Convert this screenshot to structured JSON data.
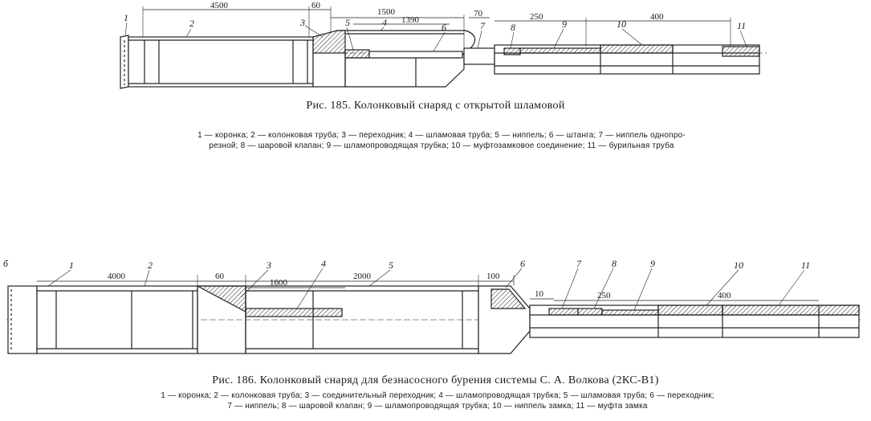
{
  "fig185": {
    "caption": "Рис. 185. Колонковый снаряд с открытой шламовой",
    "legend": [
      "1 — коронка;",
      "2 — колонковая труба;",
      "3 — переходник;",
      "4 — шламовая труба;",
      "5 — ниппель;",
      "6 — штанга;",
      "7 — ниппель одноnpo-",
      "резной;",
      "8 — шаровой клапан;",
      "9 — шламопроводящая трубка;",
      "10 — муфтозамковое соединение;",
      "11 — бурильная труба"
    ],
    "part_numbers": [
      "1",
      "2",
      "3",
      "5",
      "4",
      "6",
      "7",
      "8",
      "9",
      "10",
      "11"
    ],
    "dimensions": [
      "4500",
      "60",
      "1500",
      "1390",
      "70",
      "250",
      "400"
    ]
  },
  "fig186": {
    "caption": "Рис. 186. Колонковый снаряд для безнасосного бурения системы С. А. Волкова (2КС-В1)",
    "legend": [
      "1 — коронка;",
      "2 — колонковая труба;",
      "3 — соединительный переходник;",
      "4 — шламопроводящая трубка;",
      "5 — шламовая труба;",
      "6 — переходник;",
      "7 — ниппель;",
      "8 — шаровой клапан;",
      "9 — шламопроводящая трубка;",
      "10 — ниппель замка;",
      "11 — муфта замка"
    ],
    "part_numbers": [
      "1",
      "2",
      "3",
      "4",
      "5",
      "6",
      "7",
      "8",
      "9",
      "10",
      "11"
    ],
    "dimensions": [
      "4000",
      "60",
      "1600",
      "2000",
      "100",
      "10",
      "250",
      "400"
    ],
    "edge_mark": "б"
  }
}
